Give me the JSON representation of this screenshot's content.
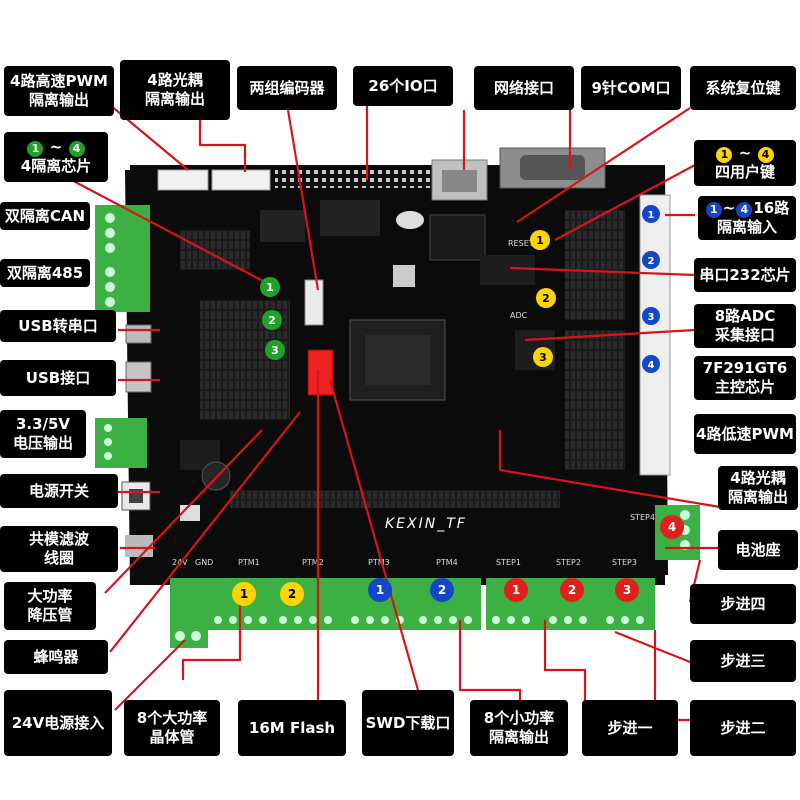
{
  "labels": {
    "pwm4": [
      "4路高速PWM",
      "隔离输出"
    ],
    "opto4_top": [
      "4路光耦",
      "隔离输出"
    ],
    "encoder": "两组编码器",
    "io26": "26个IO口",
    "network": "网络接口",
    "com9": "9针COM口",
    "reset_key": "系统复位键",
    "iso_chip": {
      "range_start": "1",
      "range_end": "4",
      "text": "4隔离芯片"
    },
    "user_keys": {
      "range_start": "1",
      "range_end": "4",
      "text": "四用户键"
    },
    "iso_input": {
      "range_start": "1",
      "range_end": "4",
      "text1": "16路",
      "text2": "隔离输入"
    },
    "can": "双隔离CAN",
    "rs485": "双隔离485",
    "usb_serial": "USB转串口",
    "usb": "USB接口",
    "voltage_out": [
      "3.3/5V",
      "电压输出"
    ],
    "power_switch": "电源开关",
    "cm_filter": [
      "共模滤波",
      "线圈"
    ],
    "buck": [
      "大功率",
      "降压管"
    ],
    "buzzer": "蜂鸣器",
    "power24": "24V电源接入",
    "transistors8": [
      "8个大功率",
      "晶体管"
    ],
    "flash": "16M Flash",
    "swd": "SWD下载口",
    "iso_out8": [
      "8个小功率",
      "隔离输出"
    ],
    "step1": "步进一",
    "step2": "步进二",
    "step3": "步进三",
    "step4": "步进四",
    "serial232": "串口232芯片",
    "adc": [
      "8路ADC",
      "采集接口"
    ],
    "mcu": [
      "7F291GT6",
      "主控芯片"
    ],
    "pwm_low": "4路低速PWM",
    "opto4_right": [
      "4路光耦",
      "隔离输出"
    ],
    "battery": "电池座"
  },
  "board": {
    "brand": "KEXIN_TF",
    "silk": {
      "ptm1": "PTM1",
      "ptm2": "PTM2",
      "ptm3": "PTM3",
      "ptm4": "PTM4",
      "step1": "STEP1",
      "step2": "STEP2",
      "step3": "STEP3",
      "step4": "STEP4",
      "v24": "24V",
      "gnd": "GND",
      "reset": "RESET",
      "adc": "ADC"
    },
    "markers": {
      "green": [
        "1",
        "2",
        "3"
      ],
      "yellow_keys": [
        "1",
        "2",
        "3"
      ],
      "blue_inputs": [
        "1",
        "2",
        "3",
        "4"
      ],
      "yellow_ptm": [
        "1",
        "2"
      ],
      "blue_ptm": [
        "1",
        "2"
      ],
      "red_steps": [
        "1",
        "2",
        "3",
        "4"
      ]
    },
    "colors": {
      "pcb": "#0b0b0b",
      "terminal": "#3cb043",
      "label_bg": "#000000",
      "green_badge": "#1fa12a",
      "yellow_badge": "#ffd400",
      "blue_badge": "#1447c8",
      "red_badge": "#e0201b",
      "leader": "#d8141b"
    }
  }
}
